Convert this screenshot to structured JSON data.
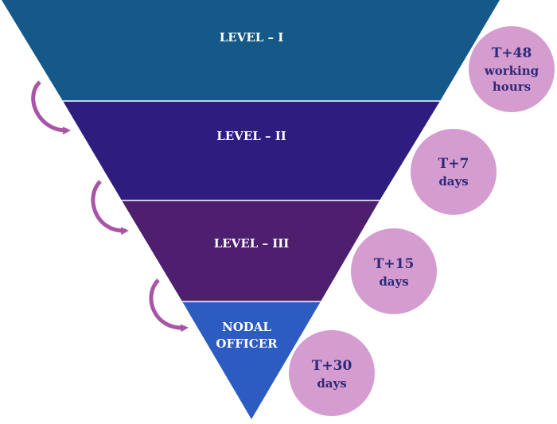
{
  "colors": {
    "level_1": "#14598a",
    "level_2": "#2e1c7e",
    "level_3": "#4d1f6e",
    "nodal": "#2c5bc2",
    "circle": "#d59cd0",
    "arrow": "#a855a6",
    "circle_text": "#2e2a78",
    "divider": "#ffffff"
  },
  "levels": [
    {
      "label": "LEVEL – I"
    },
    {
      "label": "LEVEL – II"
    },
    {
      "label": "LEVEL – III"
    },
    {
      "label_line1": "NODAL",
      "label_line2": "OFFICER"
    }
  ],
  "timelines": [
    {
      "line1": "T+48",
      "line2": "working",
      "line3": "hours"
    },
    {
      "line1": "T+7",
      "line2": "days"
    },
    {
      "line1": "T+15",
      "line2": "days"
    },
    {
      "line1": "T+30",
      "line2": "days"
    }
  ],
  "arrow_icon": "curved-escalation-arrow-icon"
}
